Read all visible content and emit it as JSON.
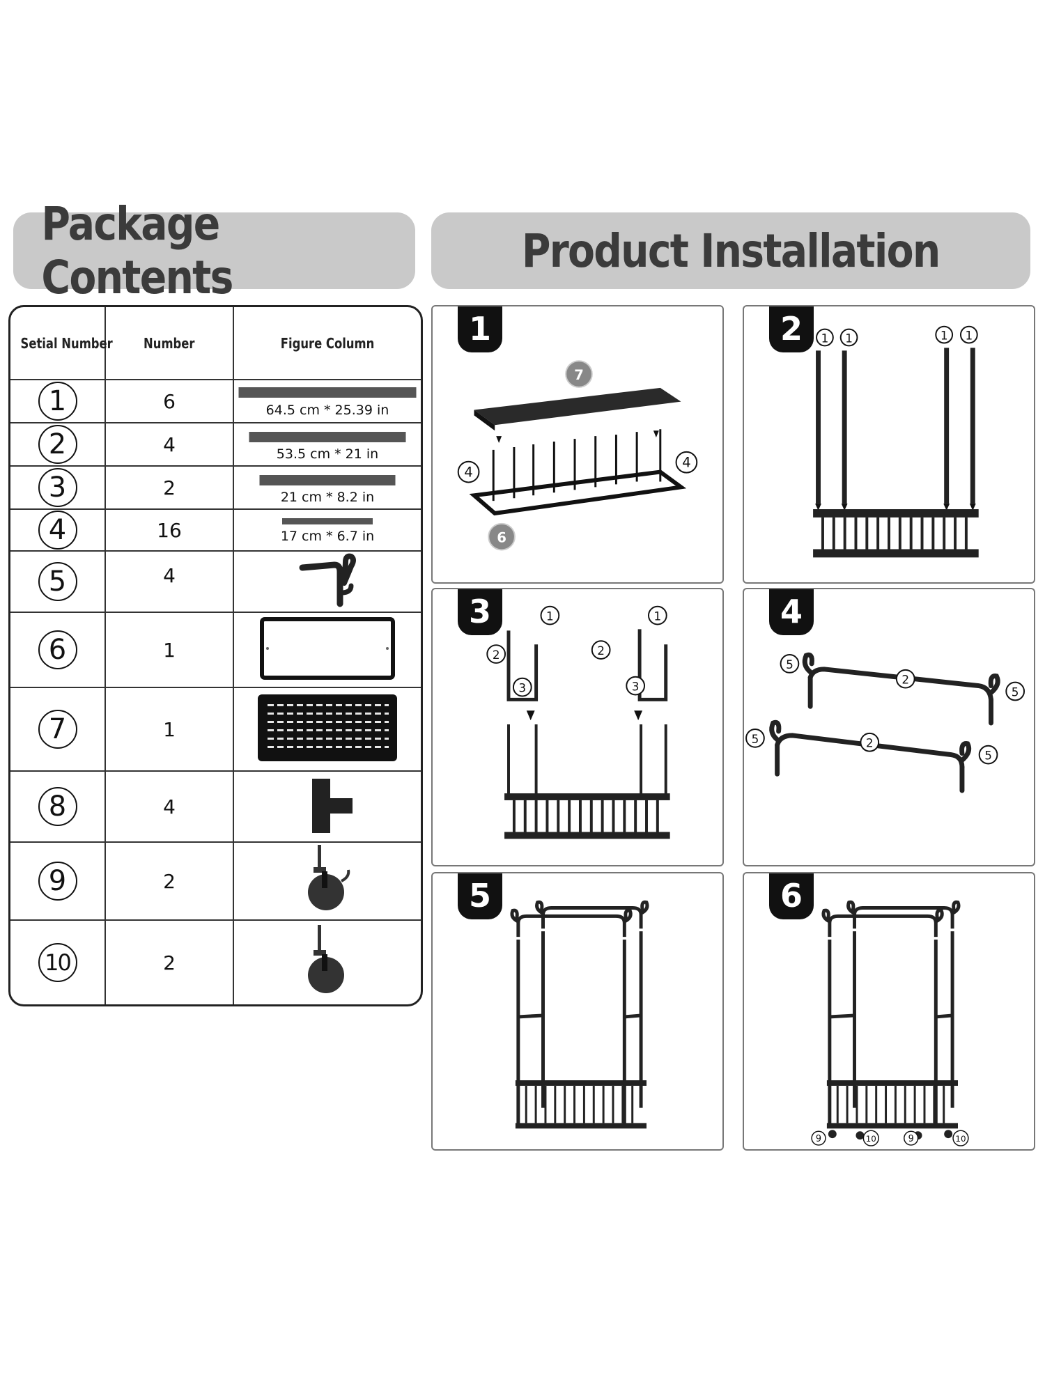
{
  "headers": {
    "package_contents": "Package Contents",
    "product_installation": "Product Installation"
  },
  "table": {
    "columns": [
      "Setial Number",
      "Number",
      "Figure Column"
    ],
    "rows": [
      {
        "serial": "1",
        "number": "6",
        "dimension": "64.5 cm * 25.39 in"
      },
      {
        "serial": "2",
        "number": "4",
        "dimension": "53.5 cm * 21 in"
      },
      {
        "serial": "3",
        "number": "2",
        "dimension": "21 cm * 8.2 in"
      },
      {
        "serial": "4",
        "number": "16",
        "dimension": "17 cm * 6.7 in"
      },
      {
        "serial": "5",
        "number": "4",
        "figure": "hook-icon"
      },
      {
        "serial": "6",
        "number": "1",
        "figure": "frame-icon"
      },
      {
        "serial": "7",
        "number": "1",
        "figure": "shelf-board-icon"
      },
      {
        "serial": "8",
        "number": "4",
        "figure": "t-connector-icon"
      },
      {
        "serial": "9",
        "number": "2",
        "figure": "caster-wheel-brake-icon"
      },
      {
        "serial": "10",
        "number": "2",
        "figure": "caster-wheel-icon"
      }
    ]
  },
  "steps": {
    "s1": "1",
    "s2": "2",
    "s3": "3",
    "s4": "4",
    "s5": "5",
    "s6": "6"
  },
  "callouts": {
    "c1": "1",
    "c2": "2",
    "c3": "3",
    "c4": "4",
    "c5": "5",
    "c6": "6",
    "c7": "7",
    "c9": "9",
    "c10": "10"
  },
  "colors": {
    "banner": "#c9c9c9",
    "banner_text": "#3b3b3b",
    "badge": "#111111"
  }
}
